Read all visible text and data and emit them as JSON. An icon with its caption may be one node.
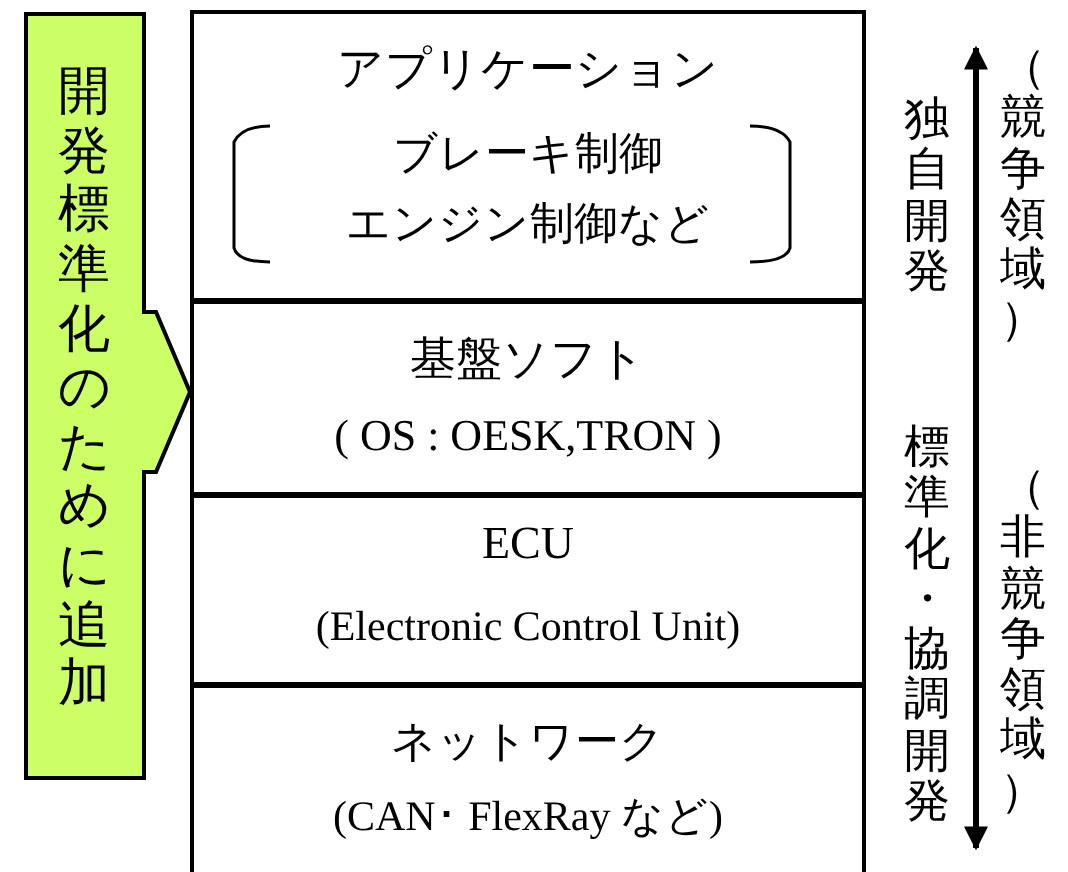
{
  "diagram": {
    "nodes": [
      {
        "text": [
          "開発標準化のために追加"
        ]
      },
      {
        "text": [
          "アプリケーション",
          "ブレーキ制御",
          "エンジン制御など"
        ]
      },
      {
        "text": [
          "基盤ソフト",
          "( OS : OESK,TRON )"
        ]
      },
      {
        "text": [
          "ECU",
          "(Electronic Control Unit)"
        ]
      },
      {
        "text": [
          "ネットワーク",
          "(CAN･ FlexRay など)"
        ]
      }
    ],
    "labels": [
      "独自開発",
      "（競争領域）",
      "標準化・協調開発",
      "（非競争領域）"
    ]
  }
}
